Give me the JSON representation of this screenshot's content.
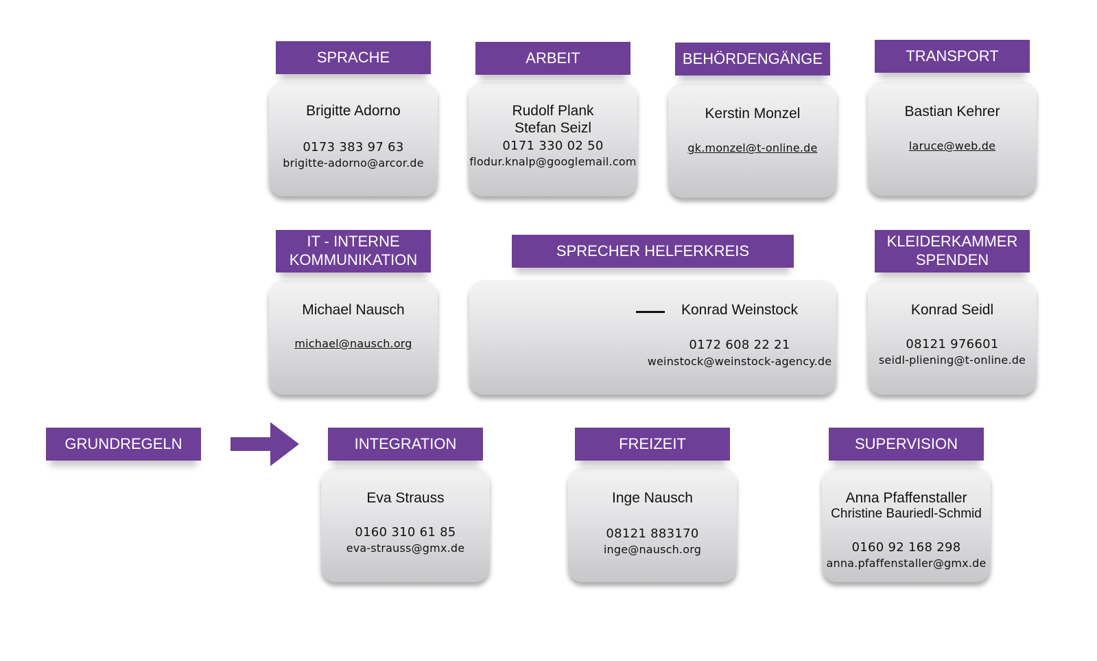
{
  "colors": {
    "label_bg": "#6d3f96",
    "label_text": "#ffffff",
    "card_light": "#f4f4f5",
    "card_dark": "#c7c7ca"
  },
  "sprache": {
    "title": "SPRACHE",
    "name": "Brigitte Adorno",
    "phone": "0173 383 97 63",
    "email": "brigitte-adorno@arcor.de"
  },
  "arbeit": {
    "title": "ARBEIT",
    "name1": "Rudolf Plank",
    "name2": "Stefan Seizl",
    "phone": "0171 330 02 50",
    "email": "flodur.knalp@googlemail.com"
  },
  "behoerden": {
    "title": "BEHÖRDENGÄNGE",
    "name": "Kerstin Monzel",
    "email": "gk.monzel@t-online.de"
  },
  "transport": {
    "title": "TRANSPORT",
    "name": "Bastian Kehrer",
    "email": "laruce@web.de"
  },
  "it": {
    "title_line1": "IT - INTERNE",
    "title_line2": "KOMMUNIKATION",
    "name": "Michael Nausch",
    "email": "michael@nausch.org"
  },
  "sprecher": {
    "title": "SPRECHER HELFERKREIS",
    "name": "Konrad Weinstock",
    "phone": "0172 608 22 21",
    "email": "weinstock@weinstock-agency.de"
  },
  "kleiderkammer": {
    "title_line1": "KLEIDERKAMMER",
    "title_line2": "SPENDEN",
    "name": "Konrad Seidl",
    "phone": "08121 976601",
    "email": "seidl-pliening@t-online.de"
  },
  "grundregeln": {
    "title": "GRUNDREGELN"
  },
  "integration": {
    "title": "INTEGRATION",
    "name": "Eva Strauss",
    "phone": "0160 310 61 85",
    "email": "eva-strauss@gmx.de"
  },
  "freizeit": {
    "title": "FREIZEIT",
    "name": "Inge Nausch",
    "phone": "08121 883170",
    "email": "inge@nausch.org"
  },
  "supervision": {
    "title": "SUPERVISION",
    "name1": "Anna Pfaffenstaller",
    "name2": "Christine Bauriedl-Schmid",
    "phone": "0160 92 168 298",
    "email": "anna.pfaffenstaller@gmx.de"
  }
}
